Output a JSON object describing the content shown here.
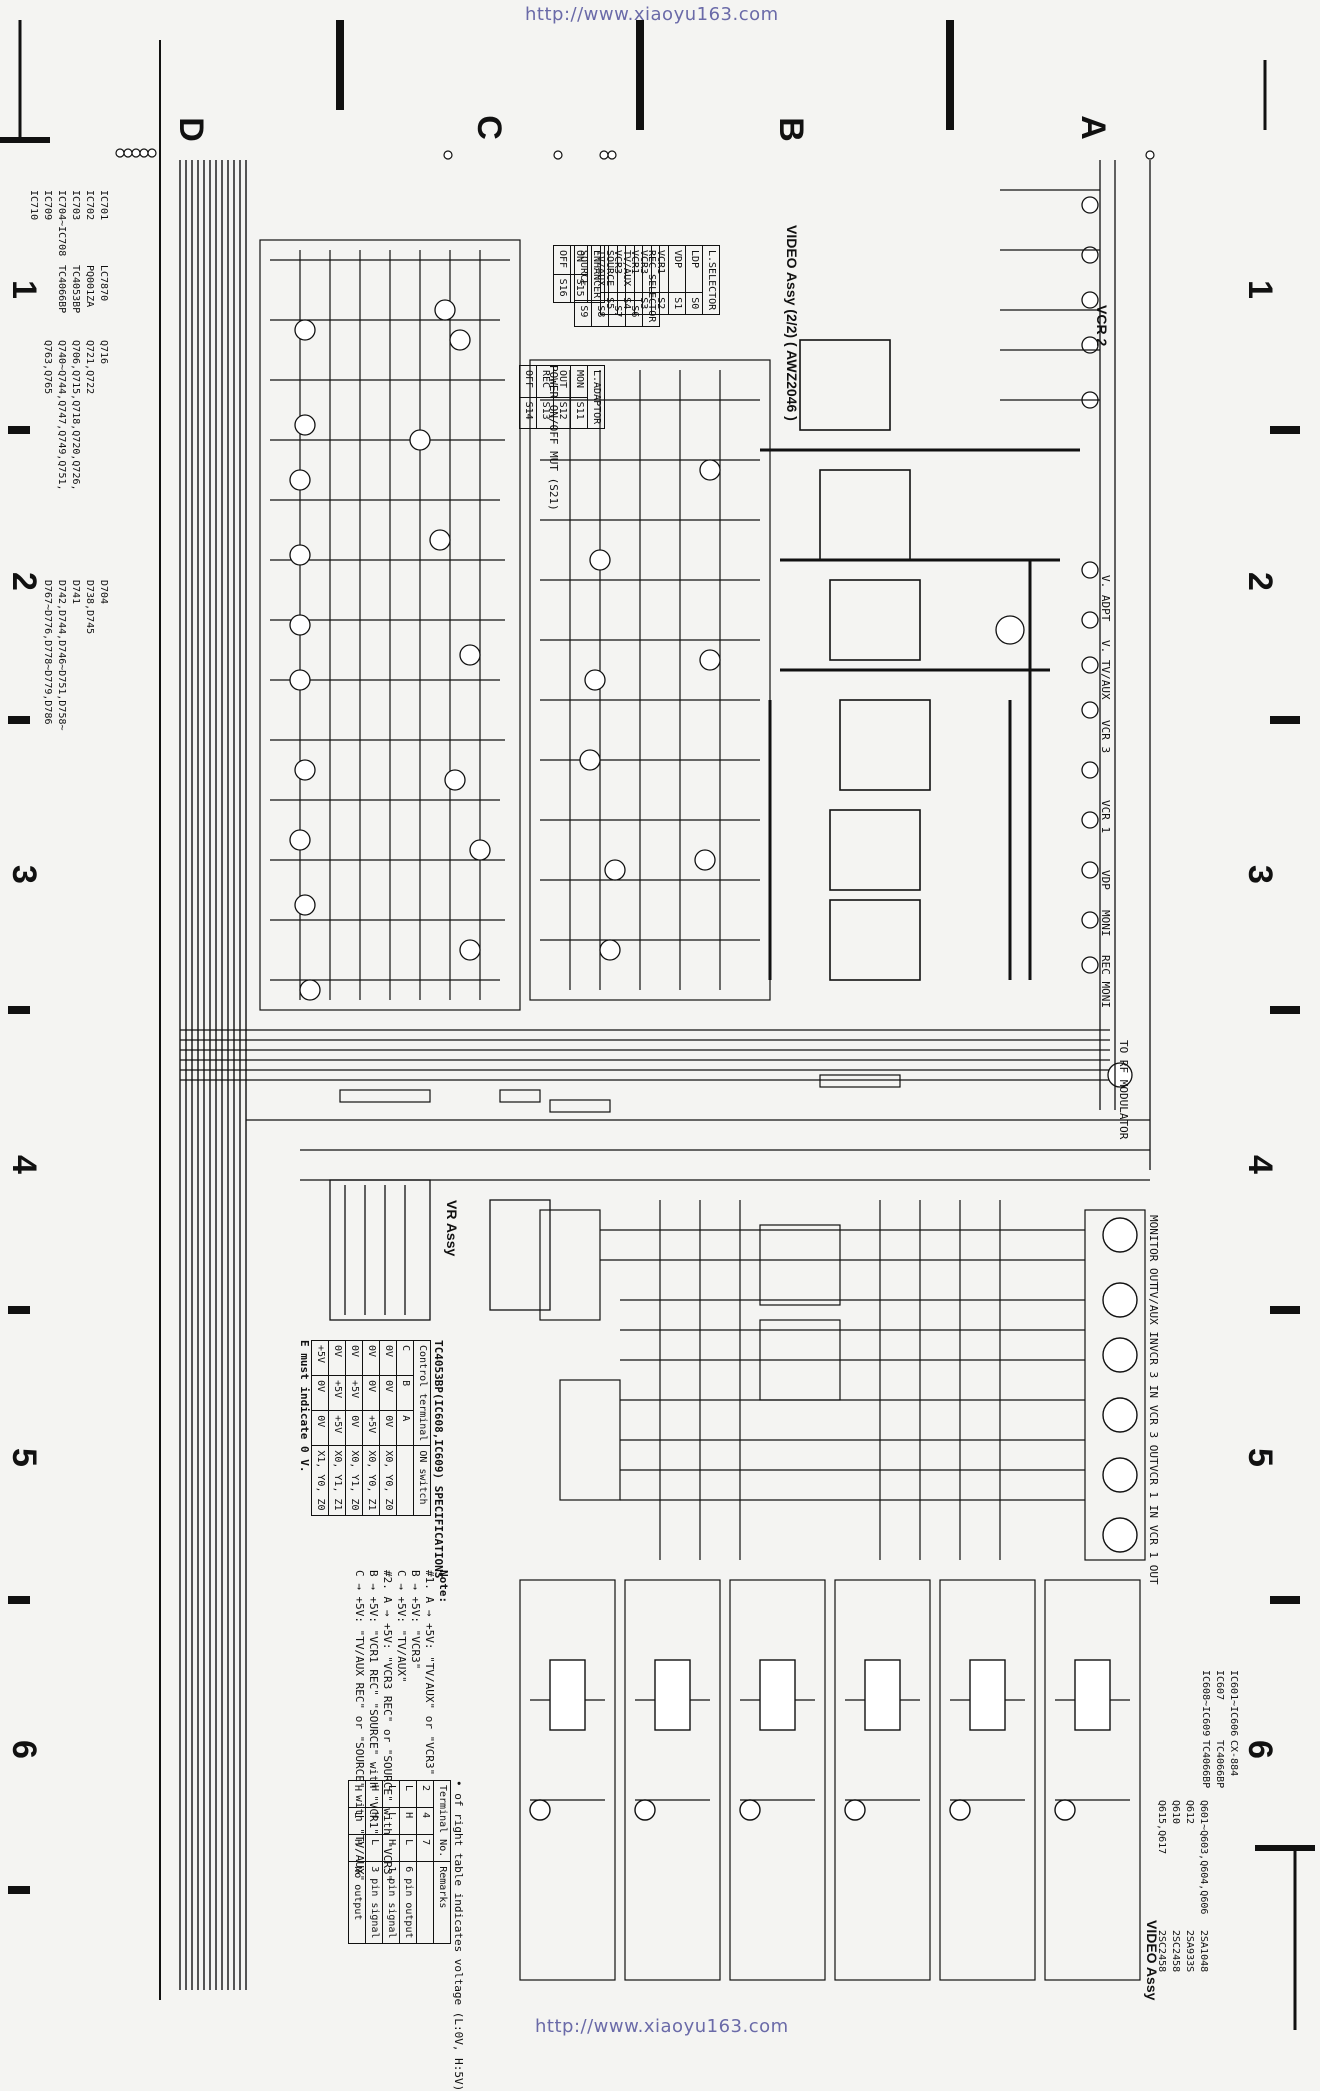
{
  "watermark": {
    "url_top": "http://www.xiaoyu163.com",
    "url_bottom": "http://www.xiaoyu163.com"
  },
  "grid": {
    "letters": [
      "D",
      "C",
      "B",
      "A"
    ],
    "numbers_left": [
      "1",
      "2",
      "3",
      "4",
      "5",
      "6"
    ],
    "numbers_right": [
      "1",
      "2",
      "3",
      "4",
      "5",
      "6"
    ]
  },
  "title": {
    "assy": "VIDEO Assy (2/2)",
    "code": "( AWZ2046 )",
    "bottom_title": "VIDEO Assy"
  },
  "sections": {
    "vcr2": "VCR 2",
    "vr_assy": "VR Assy",
    "rf_modulator": "TO RF MODULATOR",
    "inputs_right": [
      "V. ADPT",
      "V. TV/AUX",
      "VCR 3",
      "VCR 1",
      "VDP",
      "MONI",
      "REC MONI"
    ],
    "s_terminals": [
      "MONITOR OUT",
      "TV/AUX IN",
      "VCR 3 IN",
      "VCR 3 OUT",
      "VCR 1 IN",
      "VCR 1 OUT"
    ]
  },
  "parts_left": {
    "ic_list": [
      "IC701",
      "IC702",
      "IC703",
      "IC704~IC708",
      "IC709",
      "IC710"
    ],
    "ic_types": [
      "LC7870",
      "PQ001ZA",
      "TC4053BP",
      "TC4066BP",
      "",
      ""
    ],
    "transistors": [
      "Q716",
      "Q721,Q722",
      "Q706,Q715,Q718,Q720,Q726,",
      "Q740~Q744,Q747,Q749,Q751,",
      "Q763,Q765"
    ],
    "diodes": [
      "D704",
      "D738,D745",
      "D741",
      "D742,D744,D746~D751,D758~",
      "D767~D776,D778~D779,D786"
    ]
  },
  "parts_right": {
    "ic_list": [
      "IC601~IC606",
      "IC607",
      "IC608~IC609"
    ],
    "ic_types": [
      "CX-884",
      "TC4066BP",
      "TC4066BP"
    ],
    "q_list": [
      "Q601~Q603,Q604,Q606",
      "Q612",
      "Q610",
      "Q615,Q617"
    ],
    "q_types": [
      "2SA1048",
      "2SA933S",
      "2SC2458",
      "2SC2458"
    ]
  },
  "selector_table": {
    "title": "L.SELECTOR",
    "rows": [
      [
        "LDP",
        "S0"
      ],
      [
        "VDP",
        "S1"
      ],
      [
        "VCR1",
        "S2"
      ],
      [
        "VCR3",
        "S3"
      ],
      [
        "TV/AUX",
        "S4"
      ],
      [
        "SOURCE",
        "S5"
      ]
    ]
  },
  "rec_selector_table": {
    "title": "REC SELECTOR",
    "rows": [
      [
        "VCR1",
        "S6"
      ],
      [
        "VCR3",
        "S7"
      ],
      [
        "TV/AUX",
        "S8"
      ],
      [
        "SOURCE",
        "S9"
      ]
    ]
  },
  "enhancer_table": {
    "title": "ENHANCER",
    "rows": [
      [
        "ON",
        "S15"
      ],
      [
        "OFF",
        "S16"
      ]
    ]
  },
  "adaptor_table": {
    "title": "L.ADAPTOR",
    "rows": [
      [
        "MON",
        "S11"
      ],
      [
        "OUT",
        "S12"
      ],
      [
        "REC",
        "S13"
      ],
      [
        "OFF",
        "S14"
      ]
    ]
  },
  "power_label": "POWER ON/OFF MUT (S21)",
  "spec_table": {
    "title": "TC4053BP(IC608,IC609) SPECIFICATIONS",
    "header": [
      "Control terminal",
      "ON switch"
    ],
    "cols": [
      "C",
      "B",
      "A"
    ],
    "rows": [
      [
        "0V",
        "0V",
        "0V",
        "X0, Y0, Z0"
      ],
      [
        "0V",
        "0V",
        "+5V",
        "X0, Y0, Z1"
      ],
      [
        "0V",
        "+5V",
        "0V",
        "X0, Y1, Z0"
      ],
      [
        "0V",
        "+5V",
        "+5V",
        "X0, Y1, Z1"
      ],
      [
        "+5V",
        "0V",
        "0V",
        "X1, Y0, Z0"
      ]
    ],
    "note": "E must indicate 0 V."
  },
  "notes": {
    "title": "Note:",
    "lines": [
      "#1. A → +5V: \"TV/AUX\" or \"VCR3\"",
      "B → +5V: \"VCR3\"",
      "C → +5V: \"TV/AUX\"",
      "#2. A → +5V: \"VCR3 REC\" or \"SOURCE\" with \"VCR3\"",
      "B → +5V: \"VCR1 REC\" \"SOURCE\" with \"VCR1\"",
      "C → +5V: \"TV/AUX REC\" or \"SOURCE\" with \"TV/AUX\""
    ]
  },
  "terminal_table": {
    "caption": "• of right table indicates voltage (L:0V, H:5V)",
    "header": [
      "2",
      "4",
      "7",
      "Remarks"
    ],
    "rows": [
      [
        "L",
        "H",
        "L",
        "6 pin output"
      ],
      [
        "L",
        "L",
        "H",
        "1 pin signal"
      ],
      [
        "H",
        "H",
        "L",
        "3 pin signal"
      ],
      [
        "H",
        "L",
        "H",
        "No output"
      ]
    ],
    "col_title": "Terminal No."
  }
}
